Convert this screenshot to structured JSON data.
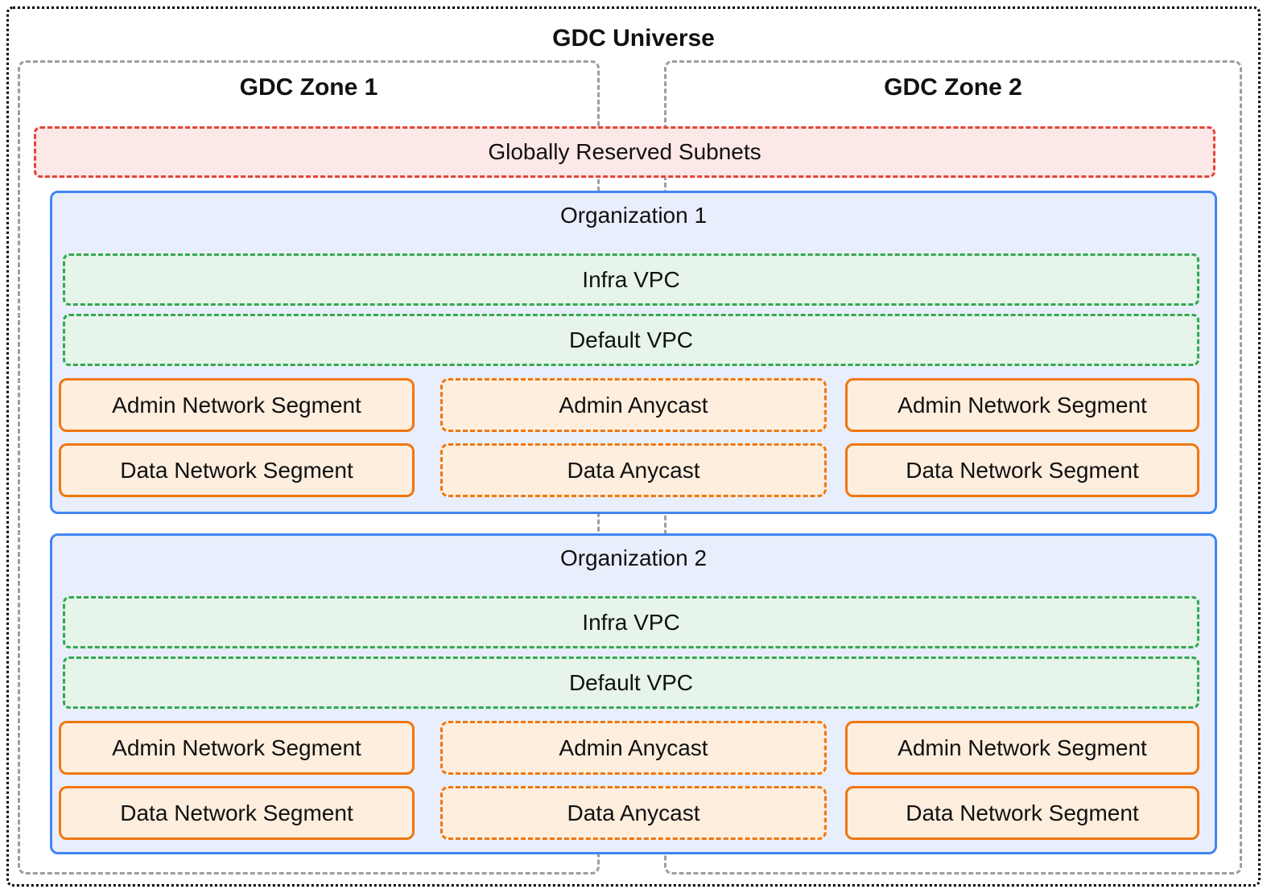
{
  "diagram": {
    "title": "GDC Universe",
    "zones": [
      {
        "label": "GDC Zone 1"
      },
      {
        "label": "GDC Zone 2"
      }
    ],
    "global_subnets": {
      "label": "Globally Reserved Subnets"
    },
    "organizations": [
      {
        "title": "Organization 1",
        "vpcs": [
          {
            "label": "Infra VPC"
          },
          {
            "label": "Default VPC"
          }
        ],
        "zone1_segments": [
          {
            "label": "Admin Network Segment"
          },
          {
            "label": "Data Network Segment"
          }
        ],
        "anycast": [
          {
            "label": "Admin Anycast"
          },
          {
            "label": "Data Anycast"
          }
        ],
        "zone2_segments": [
          {
            "label": "Admin Network Segment"
          },
          {
            "label": "Data Network Segment"
          }
        ]
      },
      {
        "title": "Organization 2",
        "vpcs": [
          {
            "label": "Infra VPC"
          },
          {
            "label": "Default VPC"
          }
        ],
        "zone1_segments": [
          {
            "label": "Admin Network Segment"
          },
          {
            "label": "Data Network Segment"
          }
        ],
        "anycast": [
          {
            "label": "Admin Anycast"
          },
          {
            "label": "Data Anycast"
          }
        ],
        "zone2_segments": [
          {
            "label": "Admin Network Segment"
          },
          {
            "label": "Data Network Segment"
          }
        ]
      }
    ],
    "colors": {
      "universe_border": "#000000",
      "zone_border": "#9e9e9e",
      "subnet_border": "#e5443a",
      "subnet_fill": "#fce8e6",
      "org_border": "#4285f4",
      "org_fill": "#e8eefc",
      "vpc_border": "#34a853",
      "vpc_fill": "#e6f4ea",
      "segment_border": "#f0770f",
      "segment_fill": "#fdeede"
    }
  }
}
